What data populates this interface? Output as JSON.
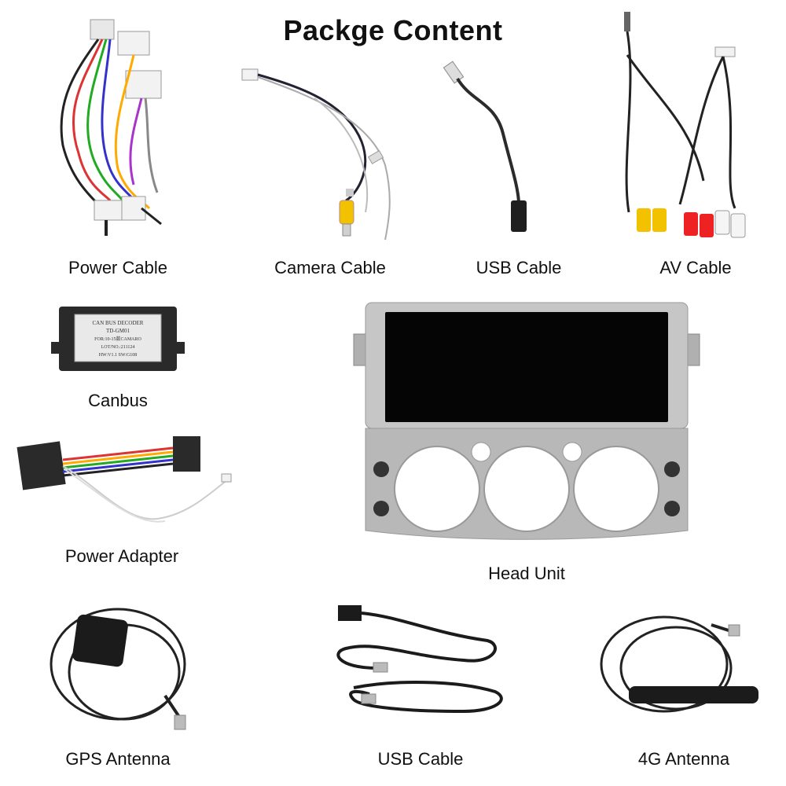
{
  "page": {
    "title": "Packge Content"
  },
  "items": {
    "power_cable": "Power Cable",
    "camera_cable": "Camera Cable",
    "usb_cable_top": "USB Cable",
    "av_cable": "AV Cable",
    "canbus": "Canbus",
    "power_adapter": "Power Adapter",
    "head_unit": "Head Unit",
    "gps_antenna": "GPS Antenna",
    "usb_cable_bottom": "USB Cable",
    "antenna_4g": "4G Antenna"
  },
  "canbus_box_text": {
    "line1": "CAN BUS DECODER",
    "line2": "TD-GM01",
    "line3": "FOR:10-15款CAMARO",
    "line4": "LOT/NO.:211124",
    "line5": "HW:V1.1  SW:G108"
  }
}
